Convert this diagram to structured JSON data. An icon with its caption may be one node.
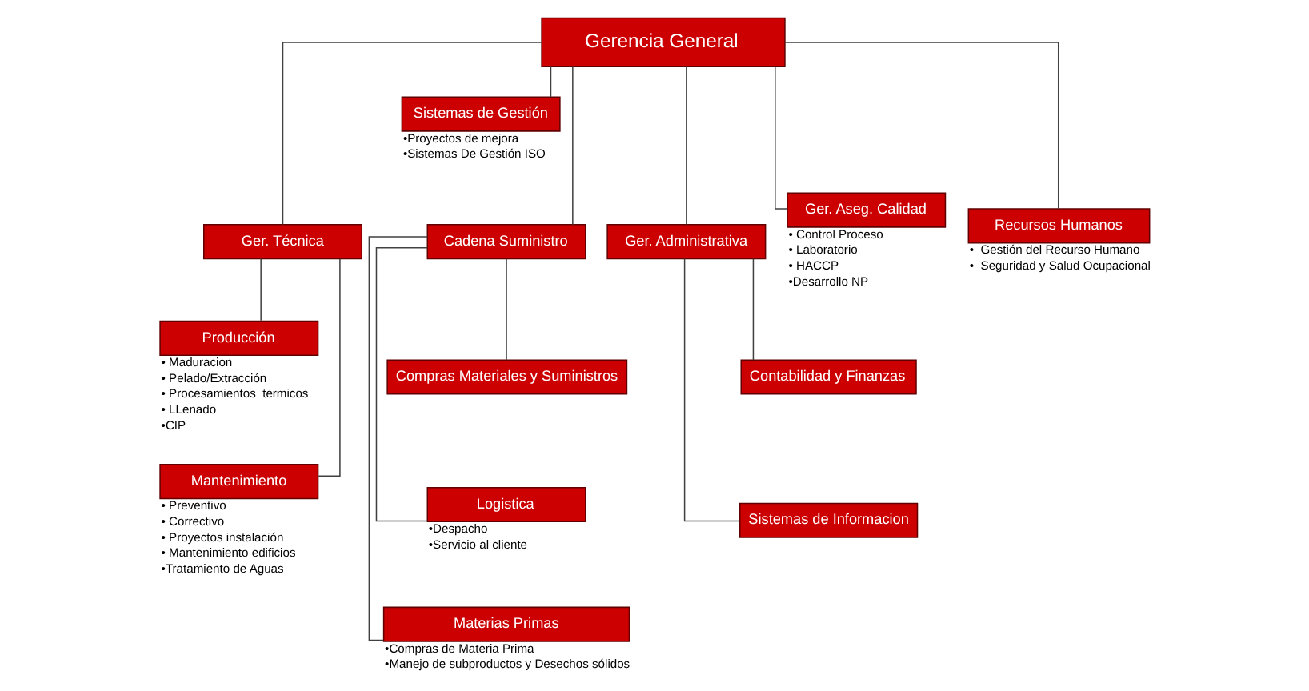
{
  "diagram": {
    "nodes": [
      {
        "text": [
          "Gerencia General"
        ]
      },
      {
        "text": [
          "Sistemas de Gestión"
        ],
        "beside": [
          "•Proyectos de mejora",
          "•Sistemas De Gestión ISO"
        ]
      },
      {
        "text": [
          "Ger. Técnica"
        ]
      },
      {
        "text": [
          "Producción"
        ],
        "beside": [
          "• Maduracion",
          "• Pelado/Extracción",
          "• Procesamientos  termicos",
          "• LLenado",
          "•CIP"
        ]
      },
      {
        "text": [
          "Mantenimiento"
        ],
        "beside": [
          "• Preventivo",
          "• Correctivo",
          "• Proyectos instalación",
          "• Mantenimiento edificios",
          "•Tratamiento de Aguas"
        ]
      },
      {
        "text": [
          "Cadena Suministro"
        ]
      },
      {
        "text": [
          "Compras Materiales y Suministros"
        ]
      },
      {
        "text": [
          "Logistica"
        ],
        "beside": [
          "•Despacho",
          "•Servicio al cliente"
        ]
      },
      {
        "text": [
          "Materias Primas"
        ],
        "beside": [
          "•Compras de Materia Prima",
          "•Manejo de subproductos y Desechos sólidos"
        ]
      },
      {
        "text": [
          "Ger. Administrativa"
        ]
      },
      {
        "text": [
          "Contabilidad y Finanzas"
        ]
      },
      {
        "text": [
          "Sistemas de Informacion"
        ]
      },
      {
        "text": [
          "Ger. Aseg. Calidad"
        ],
        "beside": [
          "• Control Proceso",
          "• Laboratorio",
          "• HACCP",
          "•Desarrollo NP"
        ]
      },
      {
        "text": [
          "Recursos Humanos"
        ],
        "beside": [
          "•  Gestión del Recurso Humano",
          "•  Seguridad y Salud Ocupacional"
        ]
      }
    ],
    "edges": [
      {
        "from": 0,
        "to": 1,
        "arrow": "none"
      },
      {
        "from": 0,
        "to": 2,
        "arrow": "none"
      },
      {
        "from": 0,
        "to": 5,
        "arrow": "none"
      },
      {
        "from": 0,
        "to": 9,
        "arrow": "none"
      },
      {
        "from": 0,
        "to": 12,
        "arrow": "none"
      },
      {
        "from": 0,
        "to": 13,
        "arrow": "none"
      },
      {
        "from": 2,
        "to": 3,
        "arrow": "none"
      },
      {
        "from": 2,
        "to": 4,
        "arrow": "none"
      },
      {
        "from": 5,
        "to": 6,
        "arrow": "none"
      },
      {
        "from": 5,
        "to": 7,
        "arrow": "none"
      },
      {
        "from": 5,
        "to": 8,
        "arrow": "none"
      },
      {
        "from": 9,
        "to": 10,
        "arrow": "none"
      },
      {
        "from": 9,
        "to": 11,
        "arrow": "none"
      }
    ]
  }
}
